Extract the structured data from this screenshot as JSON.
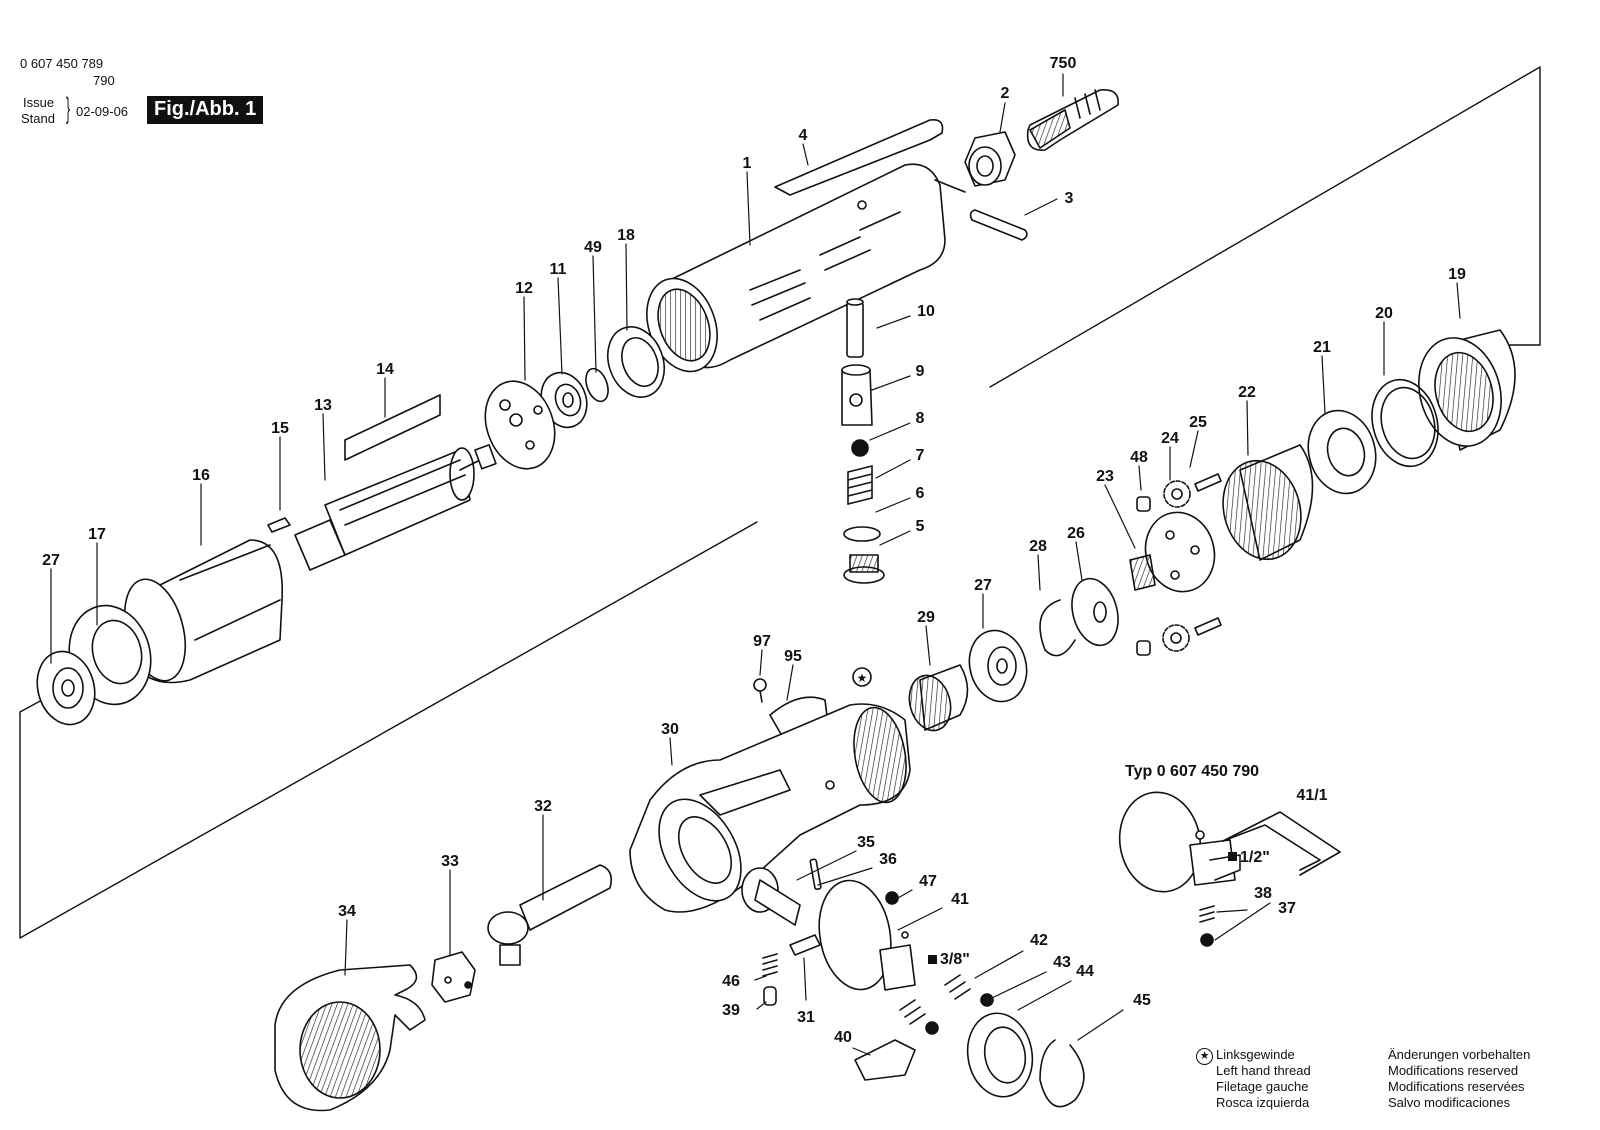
{
  "header": {
    "part_number": "0 607 450 789",
    "part_suffix": "790",
    "issue_label": "Issue",
    "stand_label": "Stand",
    "date": "02-09-06",
    "figure_label": "Fig./Abb. 1"
  },
  "variant": {
    "label": "Typ 0 607 450 790"
  },
  "drive_sizes": {
    "main": "3/8\"",
    "variant": "1/2\""
  },
  "callouts": [
    {
      "id": "c750",
      "text": "750"
    },
    {
      "id": "c2",
      "text": "2"
    },
    {
      "id": "c4",
      "text": "4"
    },
    {
      "id": "c1",
      "text": "1"
    },
    {
      "id": "c3",
      "text": "3"
    },
    {
      "id": "c18",
      "text": "18"
    },
    {
      "id": "c49",
      "text": "49"
    },
    {
      "id": "c11",
      "text": "11"
    },
    {
      "id": "c12",
      "text": "12"
    },
    {
      "id": "c10",
      "text": "10"
    },
    {
      "id": "c9",
      "text": "9"
    },
    {
      "id": "c8",
      "text": "8"
    },
    {
      "id": "c7",
      "text": "7"
    },
    {
      "id": "c6",
      "text": "6"
    },
    {
      "id": "c5",
      "text": "5"
    },
    {
      "id": "c14",
      "text": "14"
    },
    {
      "id": "c13",
      "text": "13"
    },
    {
      "id": "c15",
      "text": "15"
    },
    {
      "id": "c16",
      "text": "16"
    },
    {
      "id": "c17",
      "text": "17"
    },
    {
      "id": "c27a",
      "text": "27"
    },
    {
      "id": "c19",
      "text": "19"
    },
    {
      "id": "c20",
      "text": "20"
    },
    {
      "id": "c21",
      "text": "21"
    },
    {
      "id": "c22",
      "text": "22"
    },
    {
      "id": "c25",
      "text": "25"
    },
    {
      "id": "c24",
      "text": "24"
    },
    {
      "id": "c48",
      "text": "48"
    },
    {
      "id": "c23",
      "text": "23"
    },
    {
      "id": "c26",
      "text": "26"
    },
    {
      "id": "c28",
      "text": "28"
    },
    {
      "id": "c27b",
      "text": "27"
    },
    {
      "id": "c29",
      "text": "29"
    },
    {
      "id": "c97",
      "text": "97"
    },
    {
      "id": "c95",
      "text": "95"
    },
    {
      "id": "c30",
      "text": "30"
    },
    {
      "id": "c32",
      "text": "32"
    },
    {
      "id": "c33",
      "text": "33"
    },
    {
      "id": "c34",
      "text": "34"
    },
    {
      "id": "c35",
      "text": "35"
    },
    {
      "id": "c36",
      "text": "36"
    },
    {
      "id": "c47",
      "text": "47"
    },
    {
      "id": "c41",
      "text": "41"
    },
    {
      "id": "c46",
      "text": "46"
    },
    {
      "id": "c39",
      "text": "39"
    },
    {
      "id": "c31",
      "text": "31"
    },
    {
      "id": "c40",
      "text": "40"
    },
    {
      "id": "c42",
      "text": "42"
    },
    {
      "id": "c43",
      "text": "43"
    },
    {
      "id": "c44",
      "text": "44"
    },
    {
      "id": "c45",
      "text": "45"
    },
    {
      "id": "c41_1",
      "text": "41/1"
    },
    {
      "id": "c38",
      "text": "38"
    },
    {
      "id": "c37",
      "text": "37"
    }
  ],
  "legend": {
    "left": [
      "Linksgewinde",
      "Left hand thread",
      "Filetage gauche",
      "Rosca izquierda"
    ],
    "right": [
      "Änderungen vorbehalten",
      "Modifications reserved",
      "Modifications reservées",
      "Salvo modificaciones"
    ]
  }
}
